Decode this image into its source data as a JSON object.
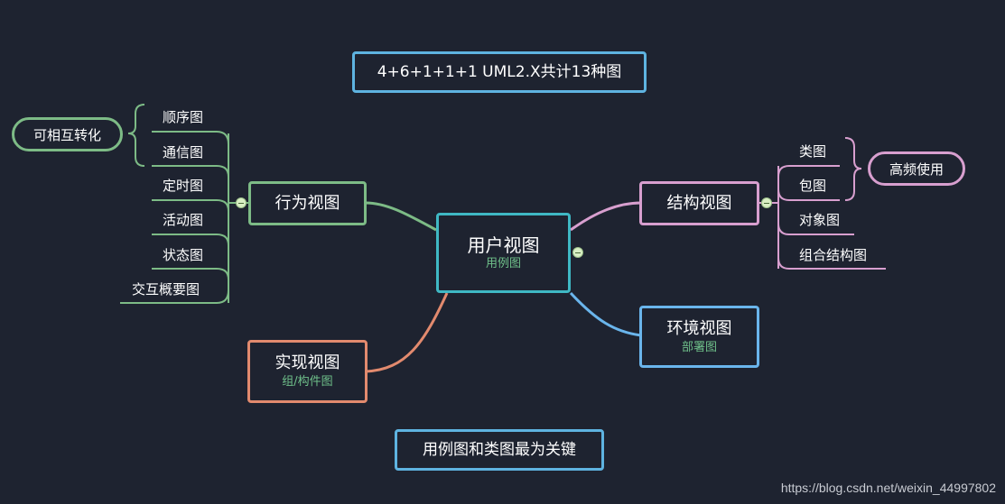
{
  "title_box": "4+6+1+1+1 UML2.X共计13种图",
  "center": {
    "label": "用户视图",
    "sub": "用例图"
  },
  "behavior": {
    "label": "行为视图",
    "leaves": [
      "顺序图",
      "通信图",
      "定时图",
      "活动图",
      "状态图",
      "交互概要图"
    ],
    "group_note": "可相互转化"
  },
  "structure": {
    "label": "结构视图",
    "leaves": [
      "类图",
      "包图",
      "对象图",
      "组合结构图"
    ],
    "group_note": "高频使用"
  },
  "environment": {
    "label": "环境视图",
    "sub": "部署图"
  },
  "implementation": {
    "label": "实现视图",
    "sub": "组/构件图"
  },
  "bottom_note": "用例图和类图最为关键",
  "watermark": "https://blog.csdn.net/weixin_44997802",
  "colors": {
    "background": "#1e2330",
    "center": "#3fb8c4",
    "behavior": "#7dbb86",
    "structure": "#d89fcf",
    "environment": "#6ab5ec",
    "implementation": "#e28a6e",
    "note": "#5eb3e0",
    "sub_text": "#6fc08a"
  }
}
